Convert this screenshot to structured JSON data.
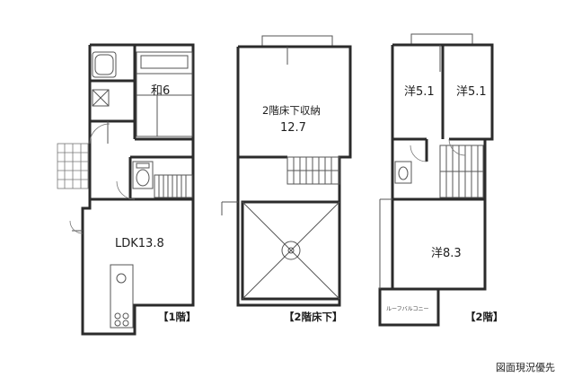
{
  "floor_1": {
    "label": "【1階】",
    "rooms": {
      "washitsu": "和6",
      "ldk": "LDK13.8"
    }
  },
  "under_floor": {
    "label": "【2階床下】",
    "rooms": {
      "storage_name": "2階床下収納",
      "storage_size": "12.7"
    }
  },
  "floor_2": {
    "label": "【2階】",
    "rooms": {
      "west_room_a": "洋5.1",
      "west_room_b": "洋5.1",
      "west_room_c": "洋8.3",
      "balcony": "ルーフバルコニー"
    }
  },
  "footer": {
    "note": "図面現況優先"
  }
}
